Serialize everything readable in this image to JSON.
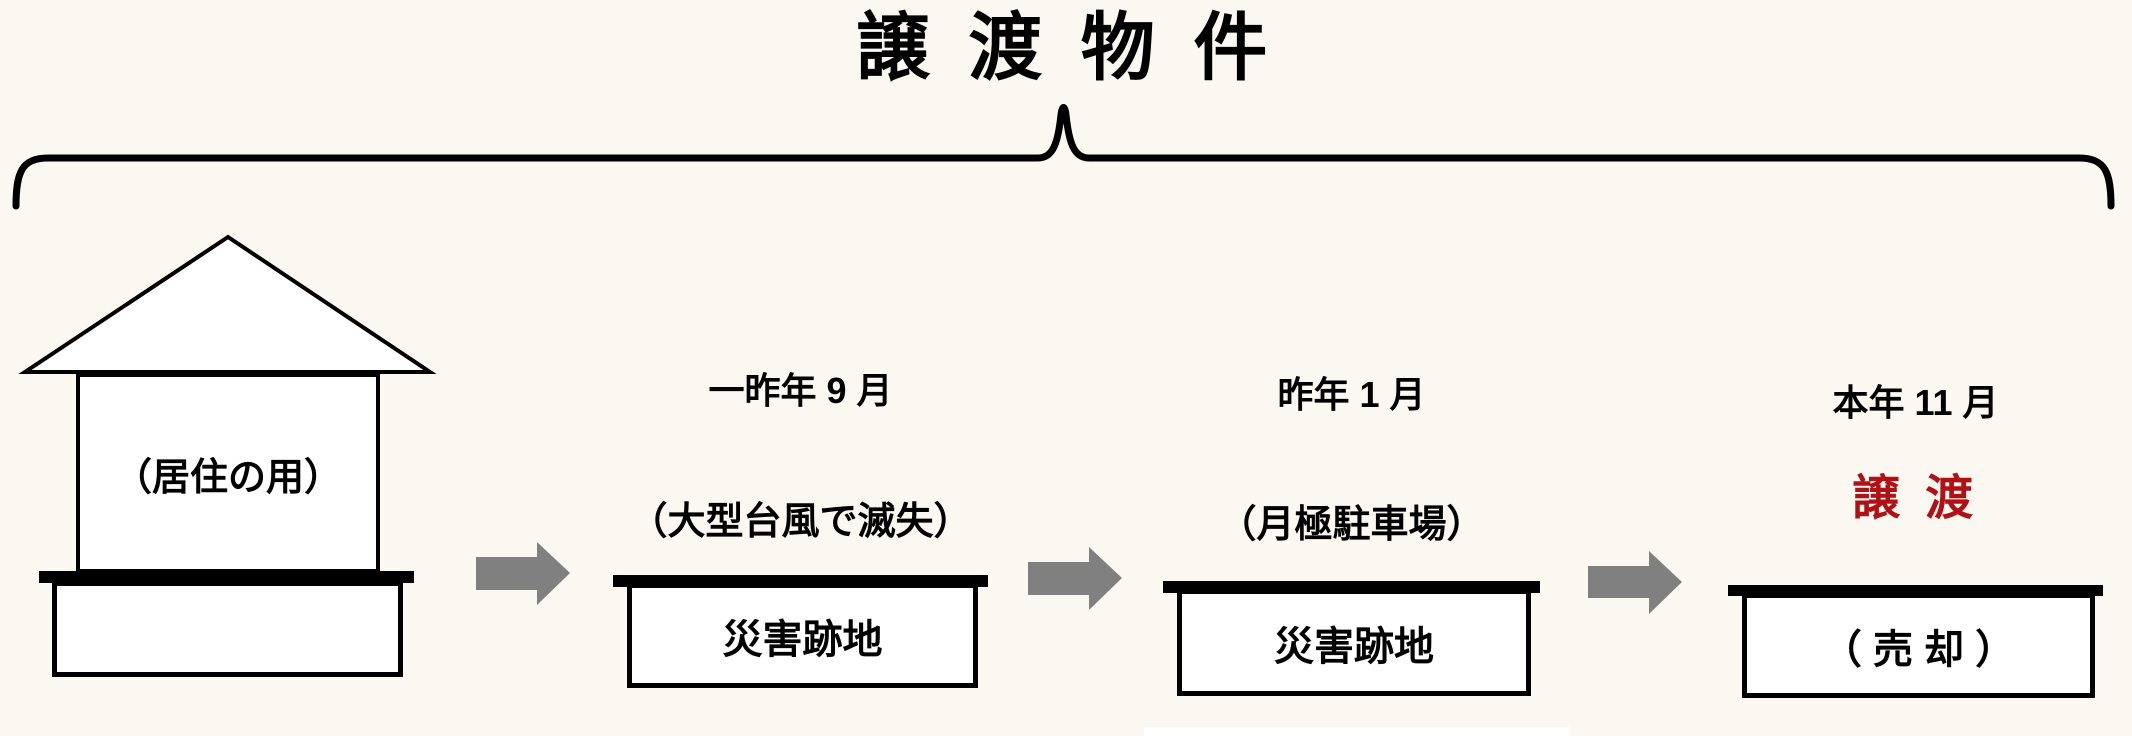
{
  "title": "譲 渡 物 件",
  "house": {
    "label": "（居住の用）"
  },
  "stages": [
    {
      "date": "一昨年 9 月",
      "note": "（大型台風で滅失）",
      "box_label": "災害跡地"
    },
    {
      "date": "昨年 1 月",
      "note": "（月極駐車場）",
      "box_label": "災害跡地"
    },
    {
      "date": "本年 11 月",
      "note": "譲 渡",
      "box_label": "（ 売 却 ）"
    }
  ],
  "colors": {
    "background": "#FAF8F0",
    "ink": "#000000",
    "arrow_gray": "#808080",
    "transfer_red": "#B01116"
  }
}
